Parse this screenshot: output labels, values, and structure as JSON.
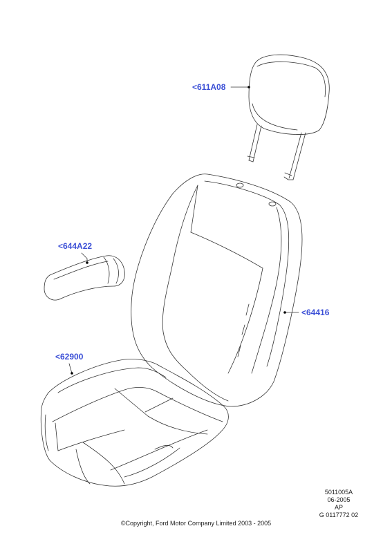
{
  "callouts": {
    "headrest": "<611A08",
    "armrest": "<644A22",
    "seat_back_cover": "<64416",
    "seat_cushion_cover": "<62900"
  },
  "meta": {
    "code": "5011005A",
    "date": "06-2005",
    "ap": "AP",
    "ref": "G 0117772 02"
  },
  "copyright": "©Copyright, Ford Motor Company Limited 2003 - 2005",
  "colors": {
    "link": "#3b4fd6",
    "line": "#333333"
  }
}
